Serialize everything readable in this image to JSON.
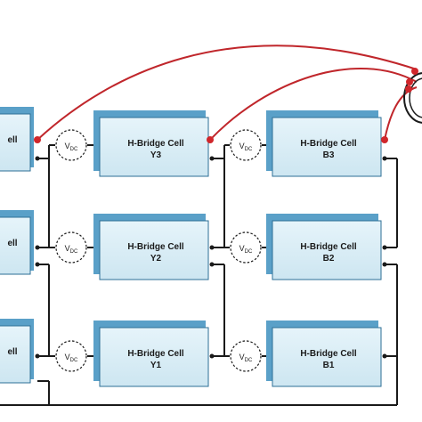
{
  "diagram": {
    "cells": [
      {
        "id": "y3",
        "title": "H-Bridge Cell",
        "label": "Y3"
      },
      {
        "id": "y2",
        "title": "H-Bridge Cell",
        "label": "Y2"
      },
      {
        "id": "y1",
        "title": "H-Bridge Cell",
        "label": "Y1"
      },
      {
        "id": "b3",
        "title": "H-Bridge Cell",
        "label": "B3"
      },
      {
        "id": "b2",
        "title": "H-Bridge Cell",
        "label": "B2"
      },
      {
        "id": "b1",
        "title": "H-Bridge Cell",
        "label": "B1"
      }
    ],
    "partial_cells": [
      {
        "id": "left-top",
        "text": "ell"
      },
      {
        "id": "left-mid",
        "text": "ell"
      },
      {
        "id": "left-bot",
        "text": "ell"
      }
    ],
    "sources": [
      {
        "id": "vdc-y3",
        "main": "V",
        "sub": "DC"
      },
      {
        "id": "vdc-y2",
        "main": "V",
        "sub": "DC"
      },
      {
        "id": "vdc-y1",
        "main": "V",
        "sub": "DC"
      },
      {
        "id": "vdc-b3",
        "main": "V",
        "sub": "DC"
      },
      {
        "id": "vdc-b2",
        "main": "V",
        "sub": "DC"
      },
      {
        "id": "vdc-b1",
        "main": "V",
        "sub": "DC"
      }
    ],
    "colors": {
      "cell_front": "#dbeef6",
      "cell_back": "#5aa0c8",
      "cell_edge": "#2d6f96",
      "wire": "#1a1a1a",
      "phase_wire": "#c0262b",
      "node": "#d0262b"
    }
  }
}
